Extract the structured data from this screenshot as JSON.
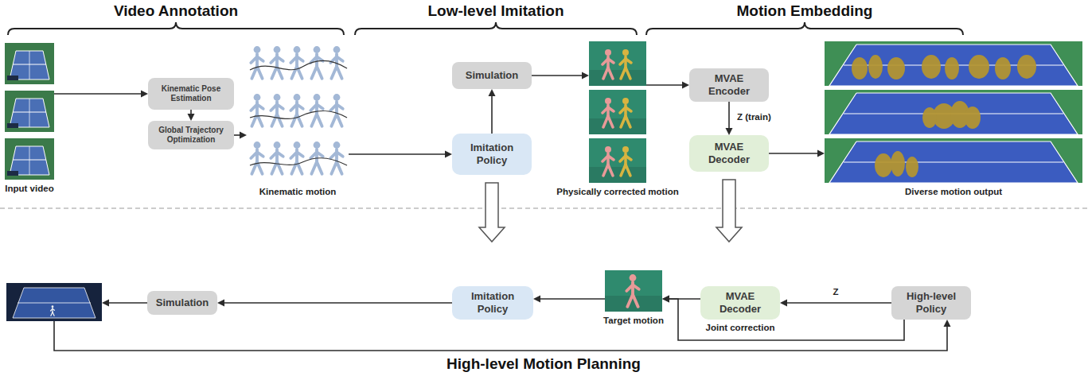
{
  "diagram": {
    "nodes": [
      {
        "text": [
          "Input video"
        ]
      },
      {
        "text": [
          "Kinematic Pose Estimation"
        ]
      },
      {
        "text": [
          "Global Trajectory Optimization"
        ]
      },
      {
        "text": [
          "Kinematic motion"
        ]
      },
      {
        "text": [
          "Simulation"
        ]
      },
      {
        "text": [
          "Imitation Policy"
        ]
      },
      {
        "text": [
          "Physically corrected motion"
        ]
      },
      {
        "text": [
          "MVAE Encoder"
        ]
      },
      {
        "text": [
          "MVAE Decoder"
        ]
      },
      {
        "text": [
          "Diverse motion output"
        ]
      },
      {
        "text": [
          "Simulation"
        ]
      },
      {
        "text": [
          "Imitation Policy"
        ]
      },
      {
        "text": [
          "Target motion"
        ]
      },
      {
        "text": [
          "MVAE Decoder"
        ]
      },
      {
        "text": [
          "High-level Policy"
        ]
      }
    ],
    "edges": [
      {
        "from": 0,
        "to": 1,
        "arrow": "to"
      },
      {
        "from": 1,
        "to": 2,
        "arrow": "to"
      },
      {
        "from": 2,
        "to": 3,
        "arrow": "to"
      },
      {
        "from": 3,
        "to": 5,
        "arrow": "to"
      },
      {
        "from": 5,
        "to": 4,
        "arrow": "to"
      },
      {
        "from": 4,
        "to": 6,
        "arrow": "to"
      },
      {
        "from": 6,
        "to": 7,
        "arrow": "to"
      },
      {
        "from": 7,
        "to": 8,
        "label": "Z (train)",
        "arrow": "to"
      },
      {
        "from": 8,
        "to": 9,
        "arrow": "to"
      },
      {
        "from": 5,
        "to": 11,
        "arrow": "to"
      },
      {
        "from": 8,
        "to": 13,
        "arrow": "to"
      },
      {
        "from": 14,
        "to": 13,
        "label": "Z",
        "arrow": "to"
      },
      {
        "from": 13,
        "to": 12,
        "arrow": "to"
      },
      {
        "from": 14,
        "to": 12,
        "label": "Joint correction",
        "arrow": "to"
      },
      {
        "from": 12,
        "to": 11,
        "arrow": "to"
      },
      {
        "from": 11,
        "to": 10,
        "arrow": "to"
      }
    ],
    "labels": [
      "Video Annotation",
      "Low-level Imitation",
      "Motion Embedding",
      "High-level Motion Planning"
    ]
  }
}
